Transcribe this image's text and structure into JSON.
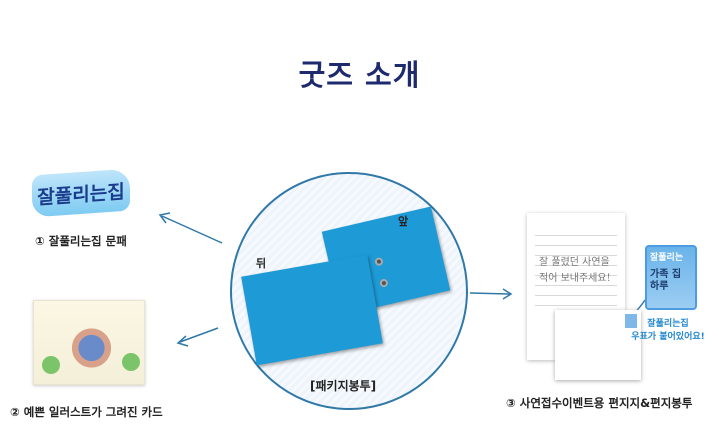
{
  "title": "굿즈 소개",
  "items": [
    {
      "label": "① 잘풀리는집 문패",
      "logo_text": "잘풀리는집"
    },
    {
      "label": "② 예쁜 일러스트가 그려진 카드"
    },
    {
      "label": "③ 사연접수이벤트용 편지지&편지봉투"
    }
  ],
  "package": {
    "label": "[패키지봉투]",
    "front": "앞",
    "back": "뒤"
  },
  "letter": {
    "line1": "잘 풀렸던 사연을",
    "line2": "적어 보내주세요!",
    "stamp_note1": "잘풀리는집",
    "stamp_note2": "우표가 붙어있어요!",
    "stamp_title": "잘풀리는",
    "stamp_text": "가족 집 하루"
  }
}
